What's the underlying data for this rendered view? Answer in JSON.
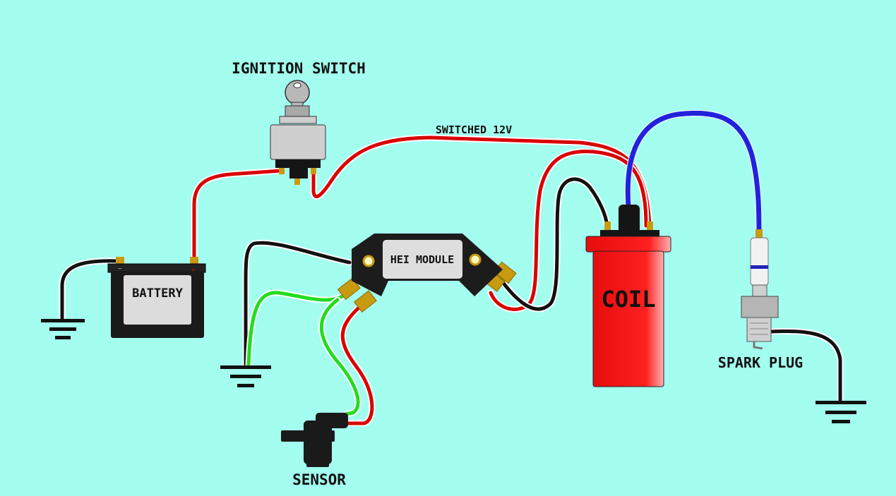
{
  "labels": {
    "ignition_switch": "IGNITION SWITCH",
    "switched_12v": "SWITCHED 12V",
    "battery": "BATTERY",
    "hei_module": "HEI MODULE",
    "coil": "COIL",
    "spark_plug": "SPARK PLUG",
    "sensor": "SENSOR"
  },
  "colors": {
    "background": "#a4fef0",
    "power_wire": "#d90000",
    "ground_wire": "#111111",
    "signal_wire": "#22dd22",
    "high_tension_lead": "#2222dd",
    "coil_body": "#ee1111",
    "terminal": "#c89a10"
  }
}
